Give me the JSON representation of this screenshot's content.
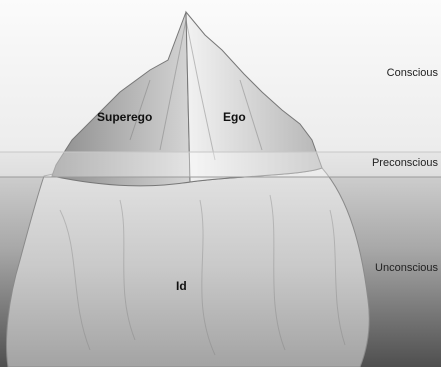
{
  "diagram": {
    "zones": [
      {
        "label": "Conscious"
      },
      {
        "label": "Preconscious"
      },
      {
        "label": "Unconscious"
      }
    ],
    "parts": [
      {
        "label": "Superego"
      },
      {
        "label": "Ego"
      },
      {
        "label": "Id"
      }
    ]
  }
}
